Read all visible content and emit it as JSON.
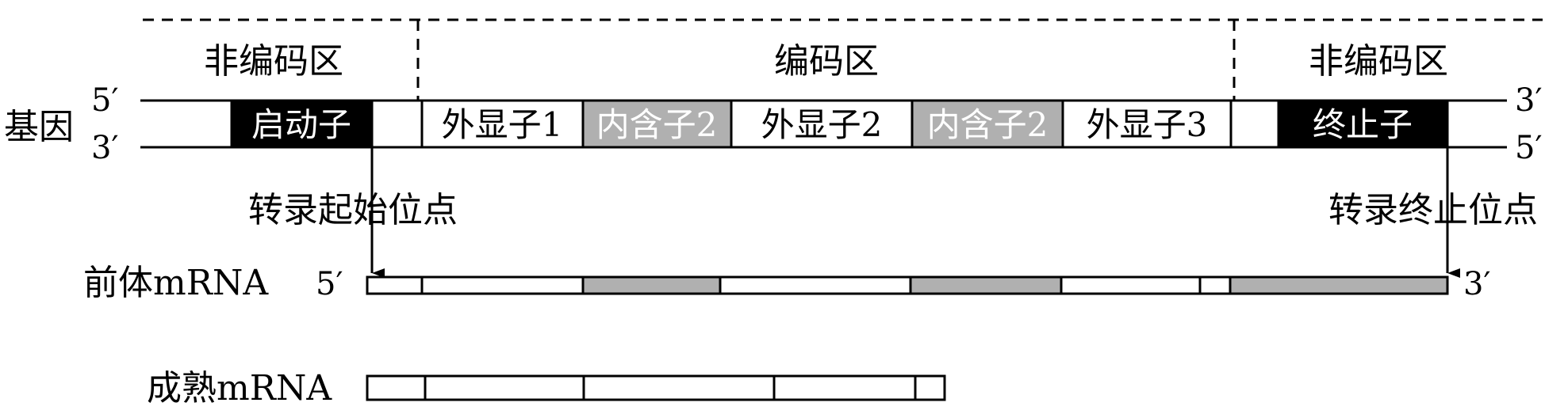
{
  "regions": {
    "left_noncoding": "非编码区",
    "coding": "编码区",
    "right_noncoding": "非编码区"
  },
  "gene": {
    "label": "基因",
    "top_left_end": "5′",
    "bottom_left_end": "3′",
    "top_right_end": "3′",
    "bottom_right_end": "5′",
    "promoter": "启动子",
    "exon1": "外显子1",
    "intron1": "内含子2",
    "exon2": "外显子2",
    "intron2": "内含子2",
    "exon3": "外显子3",
    "terminator": "终止子"
  },
  "sites": {
    "start": "转录起始位点",
    "end": "转录终止位点"
  },
  "pre_mrna": {
    "label": "前体mRNA",
    "left_end": "5′",
    "right_end": "3′"
  },
  "mature_mrna": {
    "label": "成熟mRNA"
  },
  "colors": {
    "intron_fill": "#b0b0b0",
    "element_fill": "#000000"
  }
}
